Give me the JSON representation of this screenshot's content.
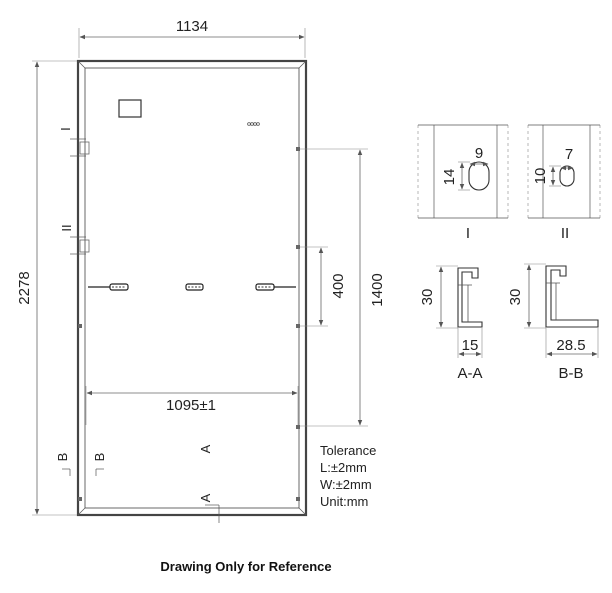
{
  "panel": {
    "width_label": "1134",
    "height_label": "2278",
    "inner_width_label": "1095±1",
    "mount_spacing_label": "1400",
    "center_spacing_label": "400",
    "section_marks": {
      "i": "I",
      "ii": "II",
      "b": "B",
      "a": "A"
    }
  },
  "details": {
    "detail_i": {
      "caption": "I",
      "hole_w": "9",
      "hole_h": "14"
    },
    "detail_ii": {
      "caption": "II",
      "hole_w": "7",
      "hole_h": "10"
    },
    "section_aa": {
      "caption": "A-A",
      "height": "30",
      "width": "15"
    },
    "section_bb": {
      "caption": "B-B",
      "height": "30",
      "width": "28.5"
    }
  },
  "tolerance": {
    "title": "Tolerance",
    "length": "L:±2mm",
    "width": "W:±2mm",
    "unit": "Unit:mm"
  },
  "footer": {
    "caption": "Drawing Only for Reference"
  }
}
